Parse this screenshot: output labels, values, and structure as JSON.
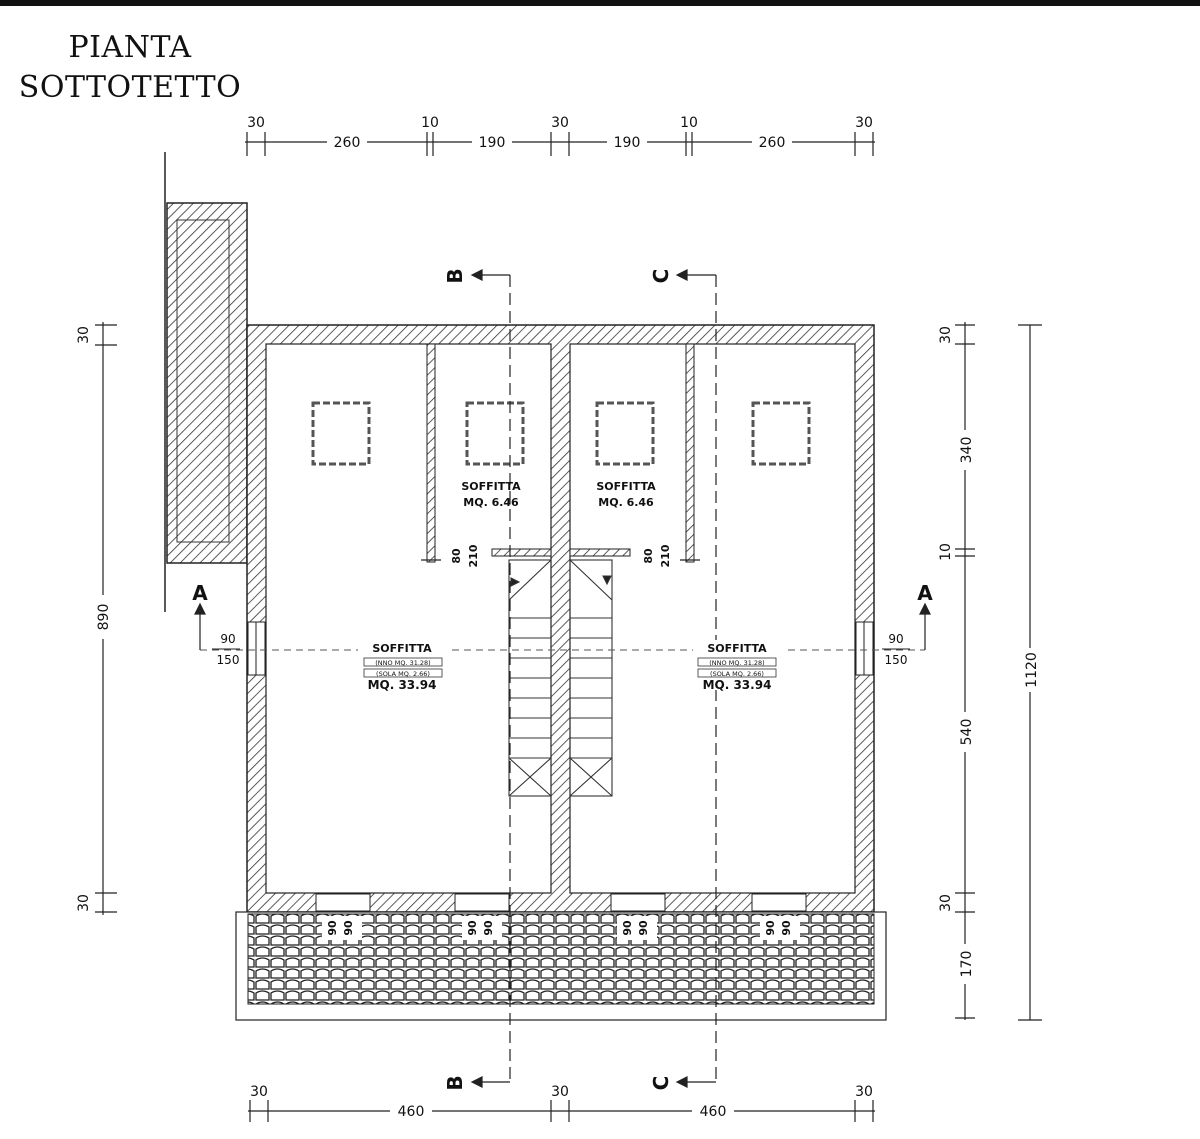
{
  "title": {
    "line1": "PIANTA",
    "line2": "SOTTOTETTO"
  },
  "dims_top": {
    "markers": [
      "30",
      "10",
      "30",
      "10",
      "30"
    ],
    "spans": [
      "260",
      "190",
      "190",
      "260"
    ]
  },
  "dims_bottom": {
    "markers": [
      "30",
      "30",
      "30"
    ],
    "spans": [
      "460",
      "460"
    ]
  },
  "dims_left": {
    "top": "30",
    "main": "890",
    "bottom": "30"
  },
  "dims_right": {
    "top": "30",
    "upper": "340",
    "mid": "10",
    "lower": "540",
    "bottom": "30",
    "eave": "170",
    "total": "1120"
  },
  "sections": {
    "a": "A",
    "b": "B",
    "c": "C"
  },
  "window_dims": {
    "w": "90",
    "h": "150"
  },
  "door_dims": {
    "w": "80",
    "h": "210"
  },
  "eave_dims": {
    "a": "90",
    "b": "90"
  },
  "rooms": {
    "small_left": {
      "name": "SOFFITTA",
      "area": "MQ. 6.46"
    },
    "small_right": {
      "name": "SOFFITTA",
      "area": "MQ. 6.46"
    },
    "large_left": {
      "name": "SOFFITTA",
      "note1": "(NNO MQ. 31.28)",
      "note2": "(SOLA MQ. 2.66)",
      "area": "MQ. 33.94"
    },
    "large_right": {
      "name": "SOFFITTA",
      "note1": "(NNO MQ. 31.28)",
      "note2": "(SOLA MQ. 2.66)",
      "area": "MQ. 33.94"
    }
  }
}
